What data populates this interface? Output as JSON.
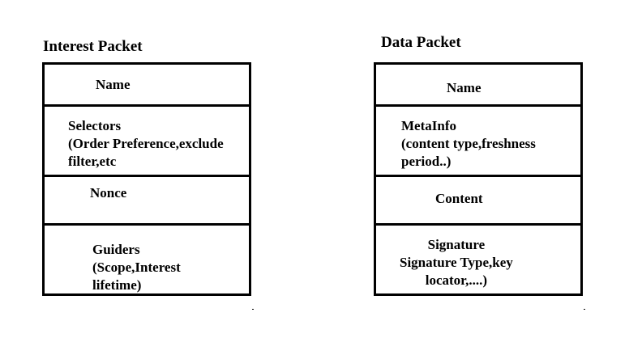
{
  "interest_packet": {
    "title": "Interest Packet",
    "fields": [
      {
        "label": "Name"
      },
      {
        "label": "Selectors\n(Order Preference,exclude\nfilter,etc"
      },
      {
        "label": "Nonce"
      },
      {
        "label": "Guiders\n(Scope,Interest\nlifetime)"
      }
    ]
  },
  "data_packet": {
    "title": "Data Packet",
    "fields": [
      {
        "label": "Name"
      },
      {
        "label": "MetaInfo\n(content type,freshness\nperiod..)"
      },
      {
        "label": "Content"
      },
      {
        "label": "Signature\nSignature Type,key\nlocator,....)"
      }
    ]
  }
}
